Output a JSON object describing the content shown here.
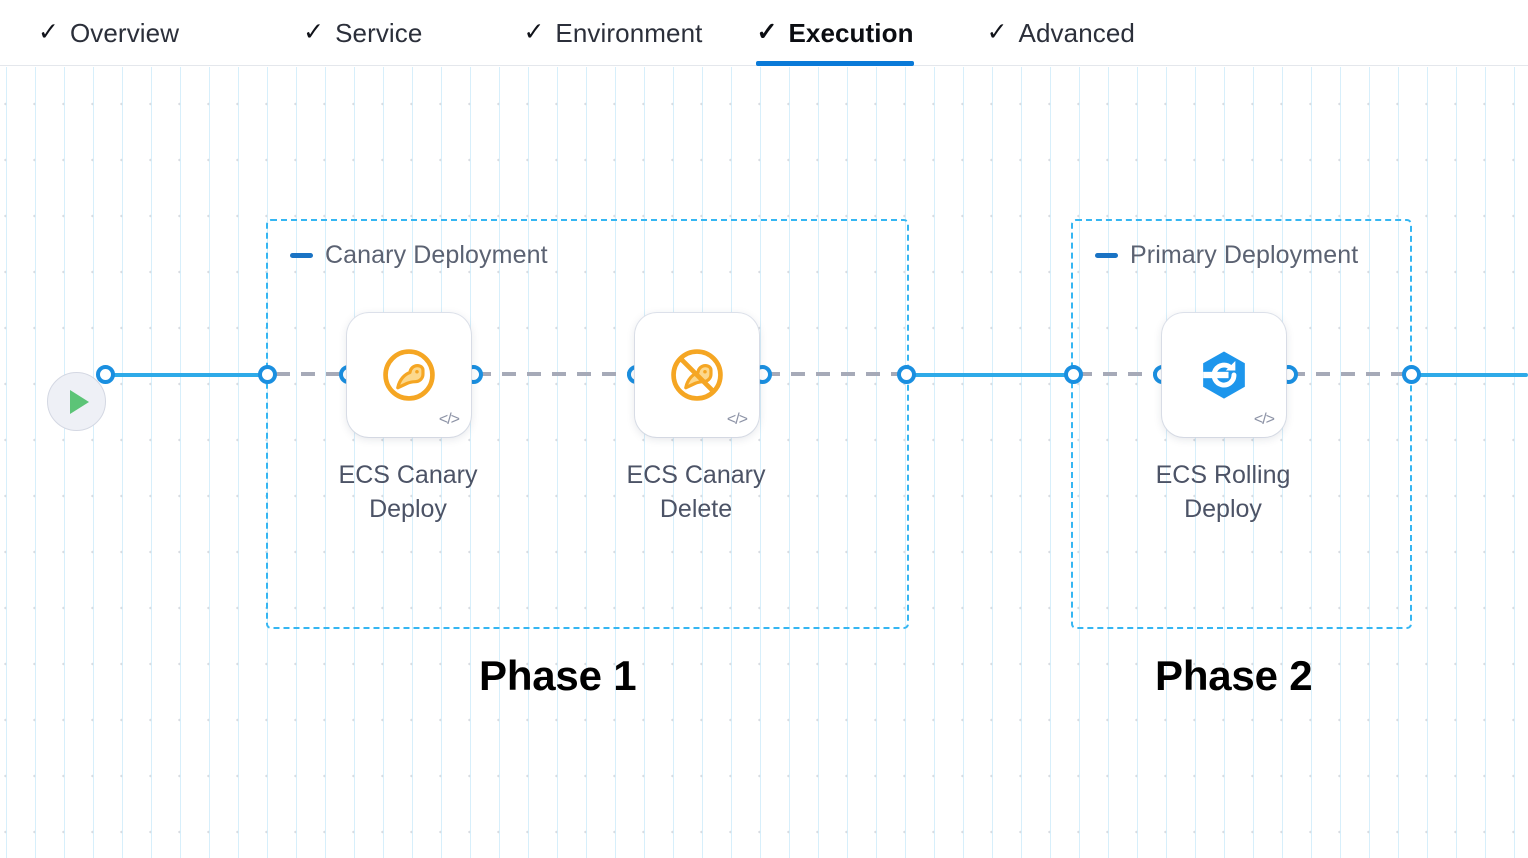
{
  "tabs": [
    {
      "label": "Overview",
      "icon": "check-icon",
      "active": false
    },
    {
      "label": "Service",
      "icon": "check-icon",
      "active": false
    },
    {
      "label": "Environment",
      "icon": "check-icon",
      "active": false
    },
    {
      "label": "Execution",
      "icon": "check-icon",
      "active": true
    },
    {
      "label": "Advanced",
      "icon": "check-icon",
      "active": false
    }
  ],
  "check_glyph": "✓",
  "canvas": {
    "start_node": {
      "name": "start-node",
      "icon": "play-icon"
    },
    "groups": [
      {
        "id": "canary",
        "title": "Canary Deployment",
        "collapse_icon": "minus-icon",
        "phase_label": "Phase 1"
      },
      {
        "id": "primary",
        "title": "Primary Deployment",
        "collapse_icon": "minus-icon",
        "phase_label": "Phase 2"
      }
    ],
    "nodes": [
      {
        "id": "canary-deploy",
        "label": "ECS Canary\nDeploy",
        "icon": "canary-bird-icon",
        "icon_color": "#f5a623",
        "badge": "</>"
      },
      {
        "id": "canary-delete",
        "label": "ECS Canary\nDelete",
        "icon": "canary-bird-delete-icon",
        "icon_color": "#f5a623",
        "badge": "</>"
      },
      {
        "id": "rolling",
        "label": "ECS Rolling\nDeploy",
        "icon": "rolling-deploy-icon",
        "icon_color": "#1d96ec",
        "badge": "</>"
      }
    ]
  },
  "colors": {
    "accent_blue": "#0a7ad8",
    "edge_solid": "#2eaae8",
    "edge_dashed": "#a6aab8",
    "group_border": "#35b6f2",
    "port_stroke": "#1a8fe0",
    "play_green": "#5cc477",
    "canary_orange": "#f5a623",
    "rolling_blue": "#1d96ec"
  }
}
